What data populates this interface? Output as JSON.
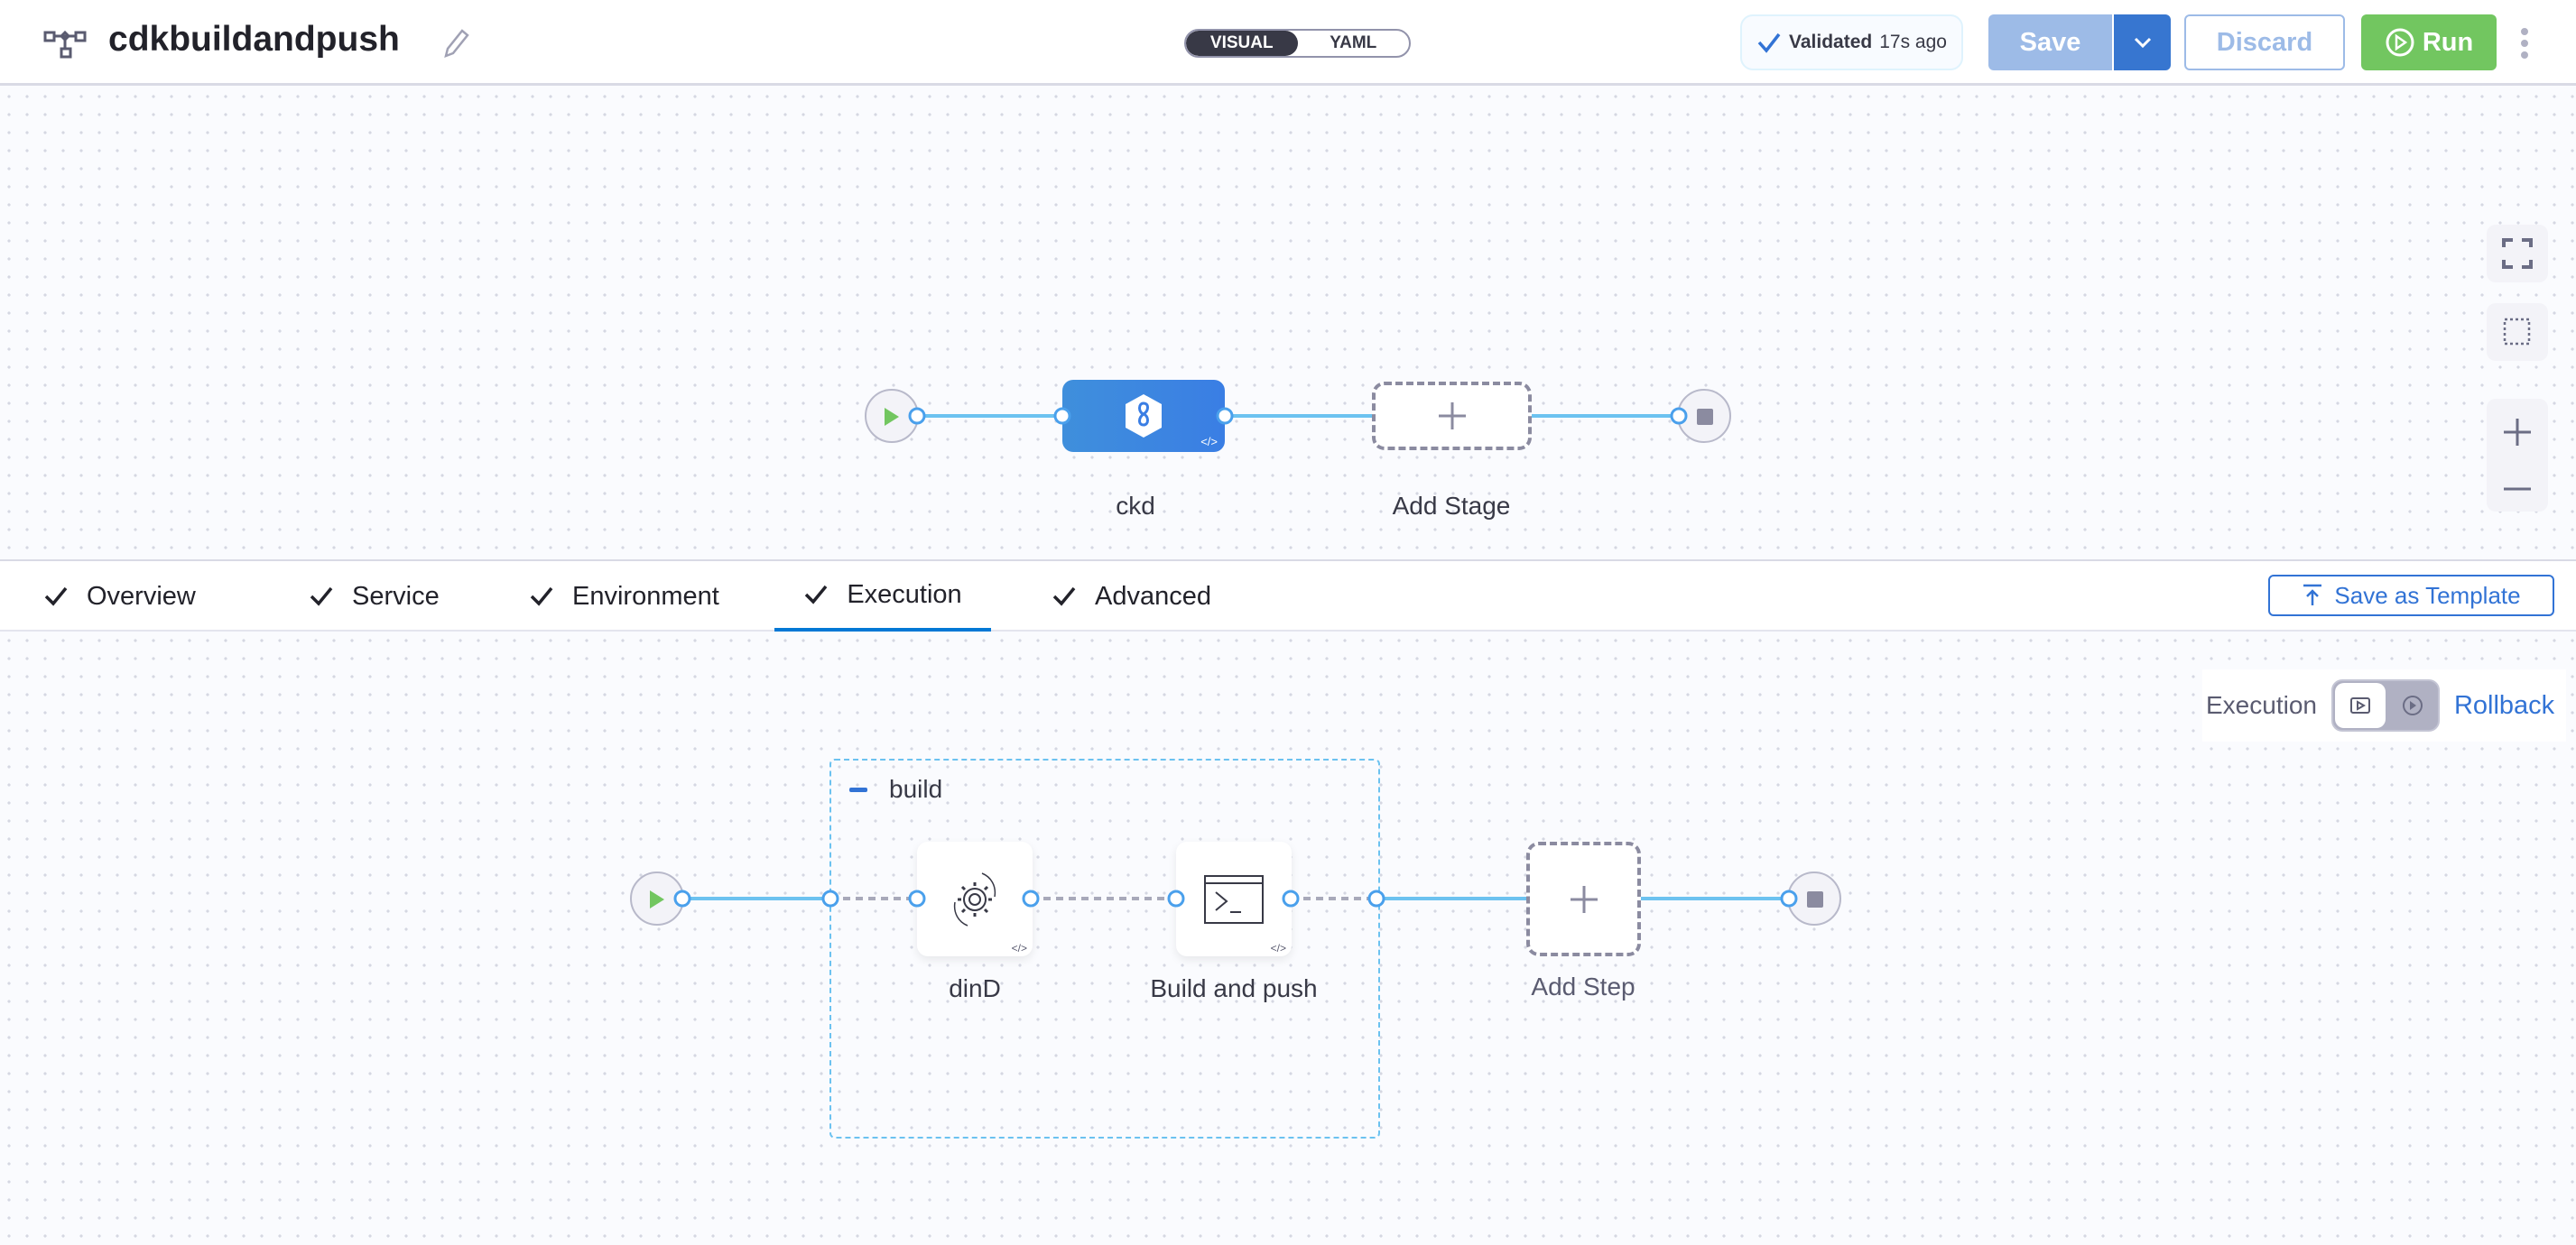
{
  "header": {
    "pipeline_name": "cdkbuildandpush",
    "view_toggle": {
      "options": [
        "VISUAL",
        "YAML"
      ],
      "selected": "VISUAL"
    },
    "validation": {
      "label": "Validated",
      "time": "17s ago"
    },
    "save_label": "Save",
    "discard_label": "Discard",
    "run_label": "Run"
  },
  "pipeline": {
    "stages": [
      {
        "name": "ckd",
        "type": "deploy",
        "color": "#3a7ee4"
      }
    ],
    "add_stage_label": "Add Stage"
  },
  "stage_tabs": {
    "items": [
      {
        "label": "Overview",
        "done": true
      },
      {
        "label": "Service",
        "done": true
      },
      {
        "label": "Environment",
        "done": true
      },
      {
        "label": "Execution",
        "done": true,
        "active": true
      },
      {
        "label": "Advanced",
        "done": true
      }
    ],
    "save_template_label": "Save as Template"
  },
  "execution": {
    "mode_label": "Execution",
    "rollback_label": "Rollback",
    "step_group": {
      "name": "build",
      "steps": [
        {
          "name": "dinD",
          "icon": "gear-cycle-icon"
        },
        {
          "name": "Build and push",
          "icon": "terminal-icon"
        }
      ]
    },
    "add_step_label": "Add Step"
  },
  "colors": {
    "accent": "#0278d5",
    "link": "#3273d5",
    "run": "#72c660",
    "connector": "#6cc2f0"
  }
}
